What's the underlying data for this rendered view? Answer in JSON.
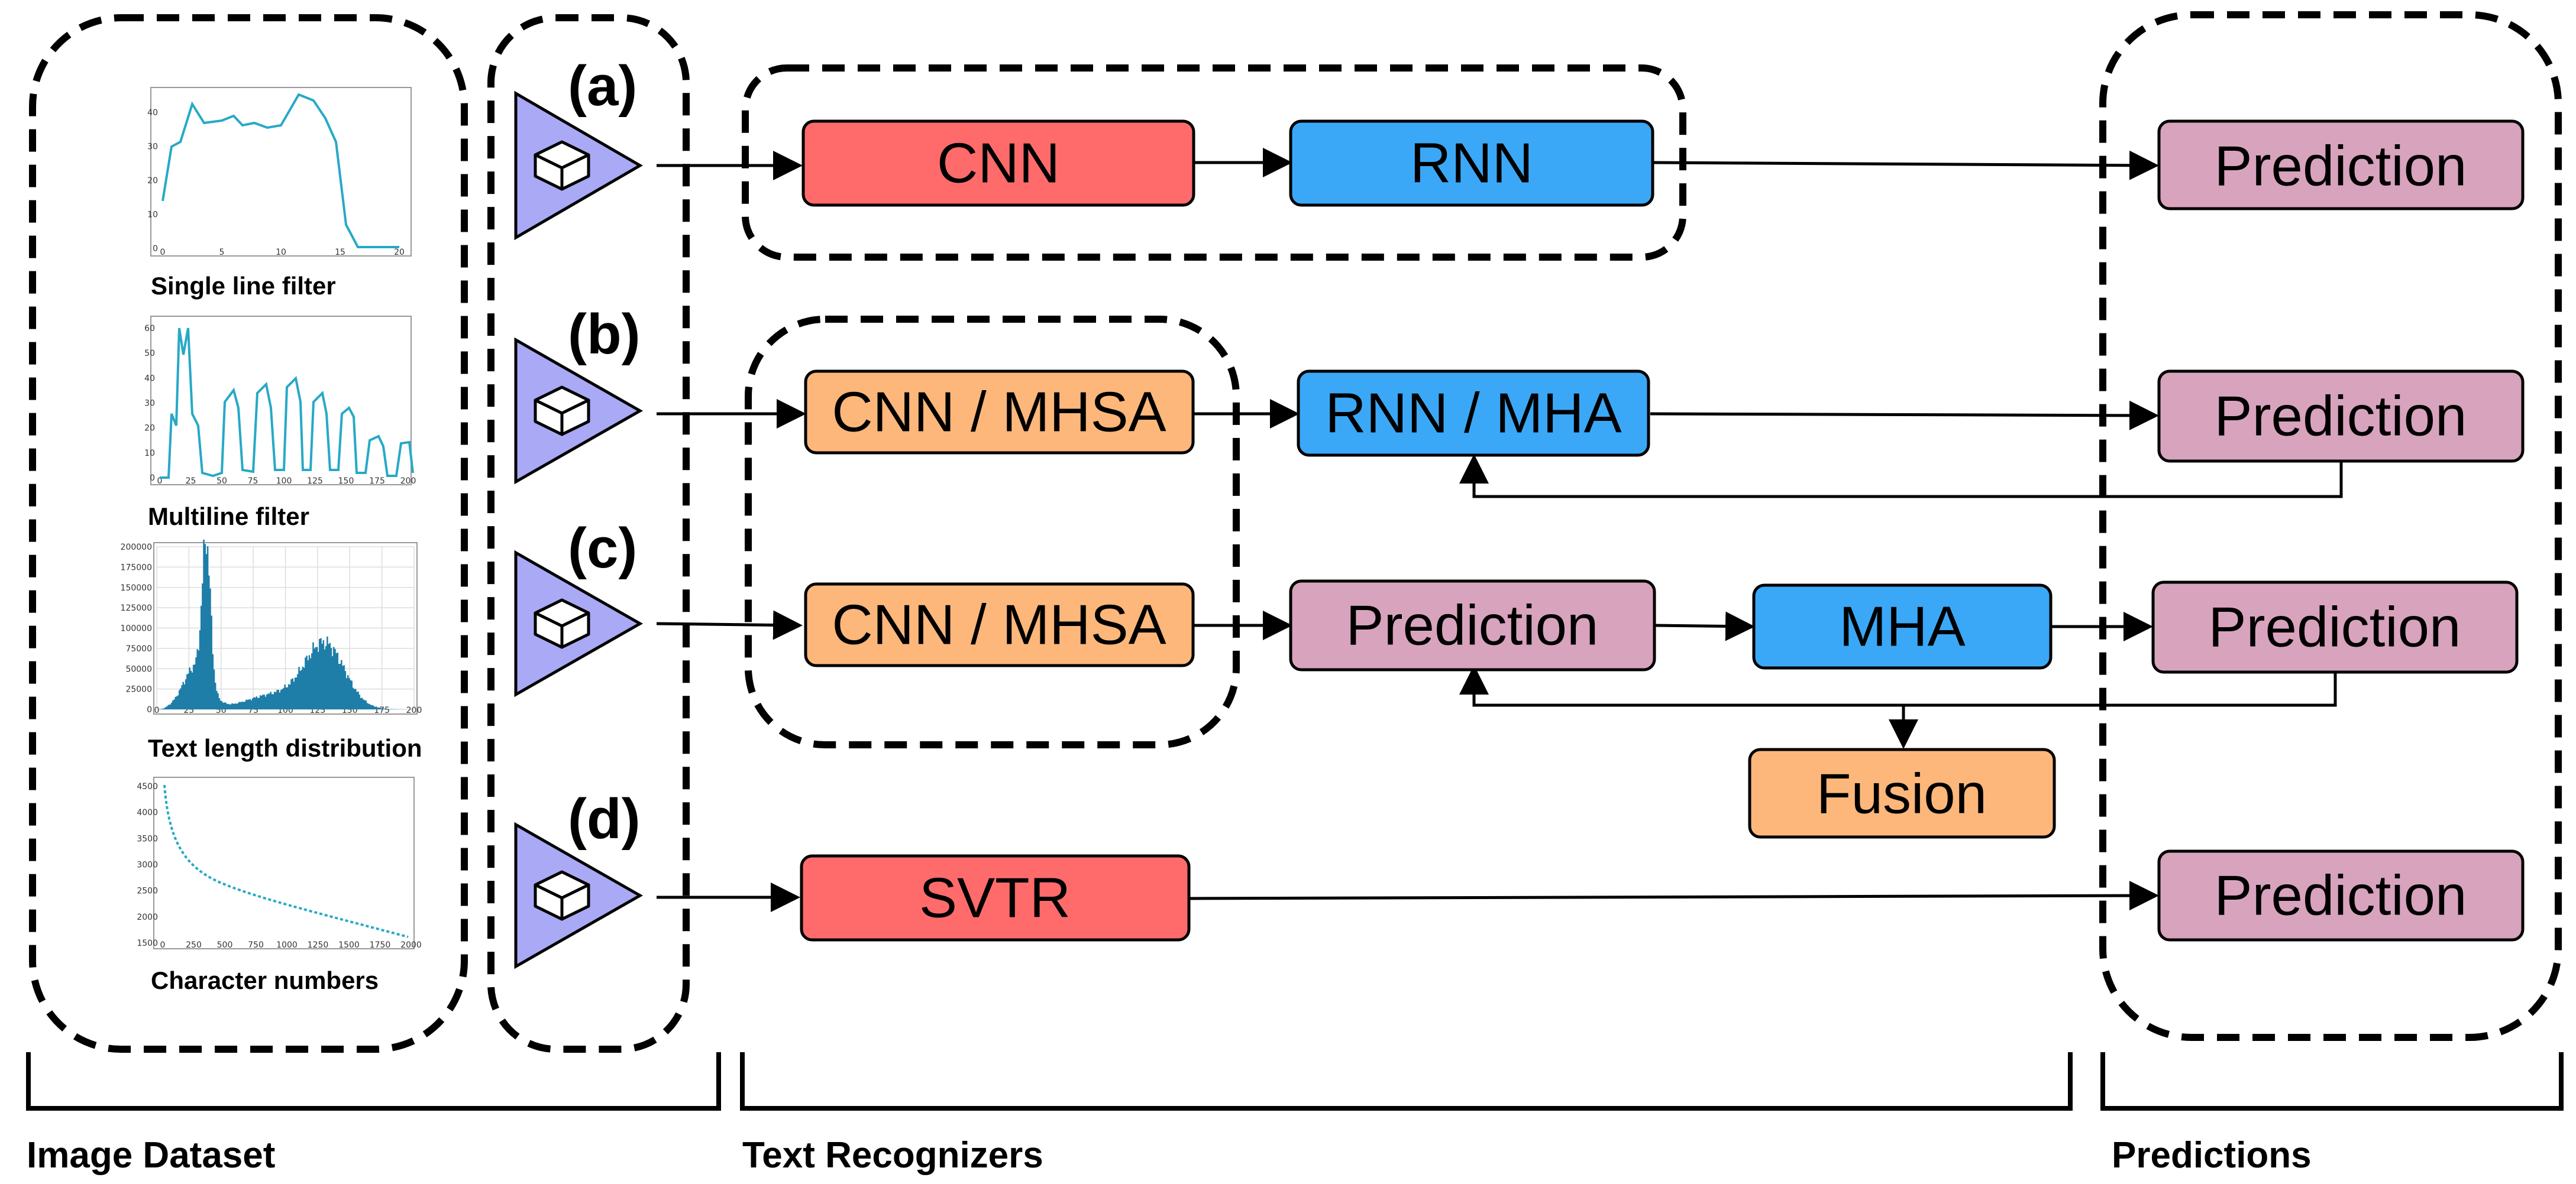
{
  "colors": {
    "red": "#ff6b6b",
    "blue": "#3ba8f7",
    "orange": "#fdb77b",
    "pink": "#d8a3bd",
    "cube_triangle": "#a9a9f5",
    "plot_line": "#27a9c6",
    "plot_bar": "#1e7ea8"
  },
  "sections": {
    "dataset": "Image Dataset",
    "recognizers": "Text Recognizers",
    "predictions": "Predictions"
  },
  "plots": [
    {
      "caption": "Single line filter",
      "yticks": [
        "0",
        "10",
        "20",
        "30",
        "40"
      ],
      "xticks": [
        "0",
        "5",
        "10",
        "15",
        "20"
      ]
    },
    {
      "caption": "Multiline filter",
      "yticks": [
        "0",
        "10",
        "20",
        "30",
        "40",
        "50",
        "60"
      ],
      "xticks": [
        "0",
        "25",
        "50",
        "75",
        "100",
        "125",
        "150",
        "175",
        "200"
      ]
    },
    {
      "caption": "Text length distribution",
      "yticks": [
        "0",
        "25000",
        "50000",
        "75000",
        "100000",
        "125000",
        "150000",
        "175000",
        "200000"
      ],
      "xticks": [
        "0",
        "25",
        "50",
        "75",
        "100",
        "125",
        "150",
        "175",
        "200"
      ]
    },
    {
      "caption": "Character numbers",
      "yticks": [
        "1500",
        "2000",
        "2500",
        "3000",
        "3500",
        "4000",
        "4500"
      ],
      "xticks": [
        "0",
        "250",
        "500",
        "750",
        "1000",
        "1250",
        "1500",
        "1750",
        "2000"
      ]
    }
  ],
  "variants": [
    {
      "tag": "(a)"
    },
    {
      "tag": "(b)"
    },
    {
      "tag": "(c)"
    },
    {
      "tag": "(d)"
    }
  ],
  "nodes": {
    "a_cnn": "CNN",
    "a_rnn": "RNN",
    "a_pred": "Prediction",
    "b_cnn": "CNN / MHSA",
    "b_rnn": "RNN / MHA",
    "b_pred": "Prediction",
    "c_cnn": "CNN / MHSA",
    "c_pred1": "Prediction",
    "c_mha": "MHA",
    "c_pred2": "Prediction",
    "c_fusion": "Fusion",
    "d_svtr": "SVTR",
    "d_pred": "Prediction"
  }
}
